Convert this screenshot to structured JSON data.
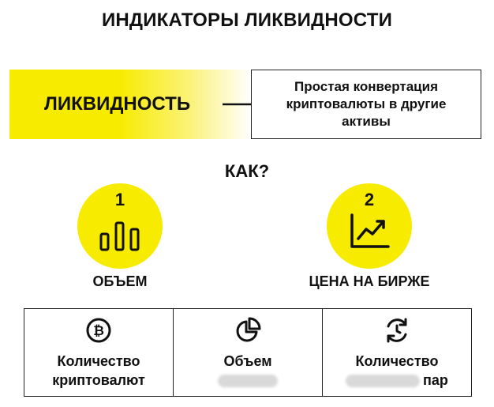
{
  "title": "ИНДИКАТОРЫ ЛИКВИДНОСТИ",
  "liquidity": {
    "label": "ЛИКВИДНОСТЬ",
    "definition": "Простая конвертация криптовалюты в другие активы"
  },
  "question": "КАК?",
  "indicators": [
    {
      "number": "1",
      "caption": "ОБЪЕМ",
      "icon": "bar-chart-icon"
    },
    {
      "number": "2",
      "caption": "ЦЕНА НА БИРЖЕ",
      "icon": "line-chart-icon"
    }
  ],
  "metrics": [
    {
      "icon": "bitcoin-icon",
      "line1": "Количество",
      "line2": "криптовалют"
    },
    {
      "icon": "pie-chart-icon",
      "line1": "Объем",
      "line2": ""
    },
    {
      "icon": "refresh-clock-icon",
      "line1": "Количество",
      "line2": "пар"
    }
  ],
  "colors": {
    "accent": "#f7eb00",
    "text": "#111111"
  }
}
